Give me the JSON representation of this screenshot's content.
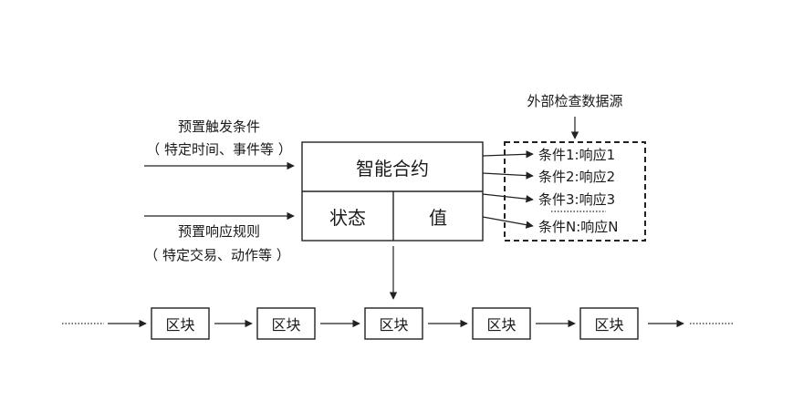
{
  "source": {
    "label": "外部检查数据源"
  },
  "inputs": {
    "trigger": {
      "line1": "预置触发条件",
      "line2": "（ 特定时间、事件等 ）"
    },
    "response": {
      "line1": "预置响应规则",
      "line2": "（ 特定交易、动作等 ）"
    }
  },
  "contract": {
    "title": "智能合约",
    "state": "状态",
    "value": "值"
  },
  "conditions": [
    "条件1:响应1",
    "条件2:响应2",
    "条件3:响应3",
    "条件N:响应N"
  ],
  "chain": {
    "blocks": [
      "区块",
      "区块",
      "区块",
      "区块",
      "区块"
    ]
  }
}
